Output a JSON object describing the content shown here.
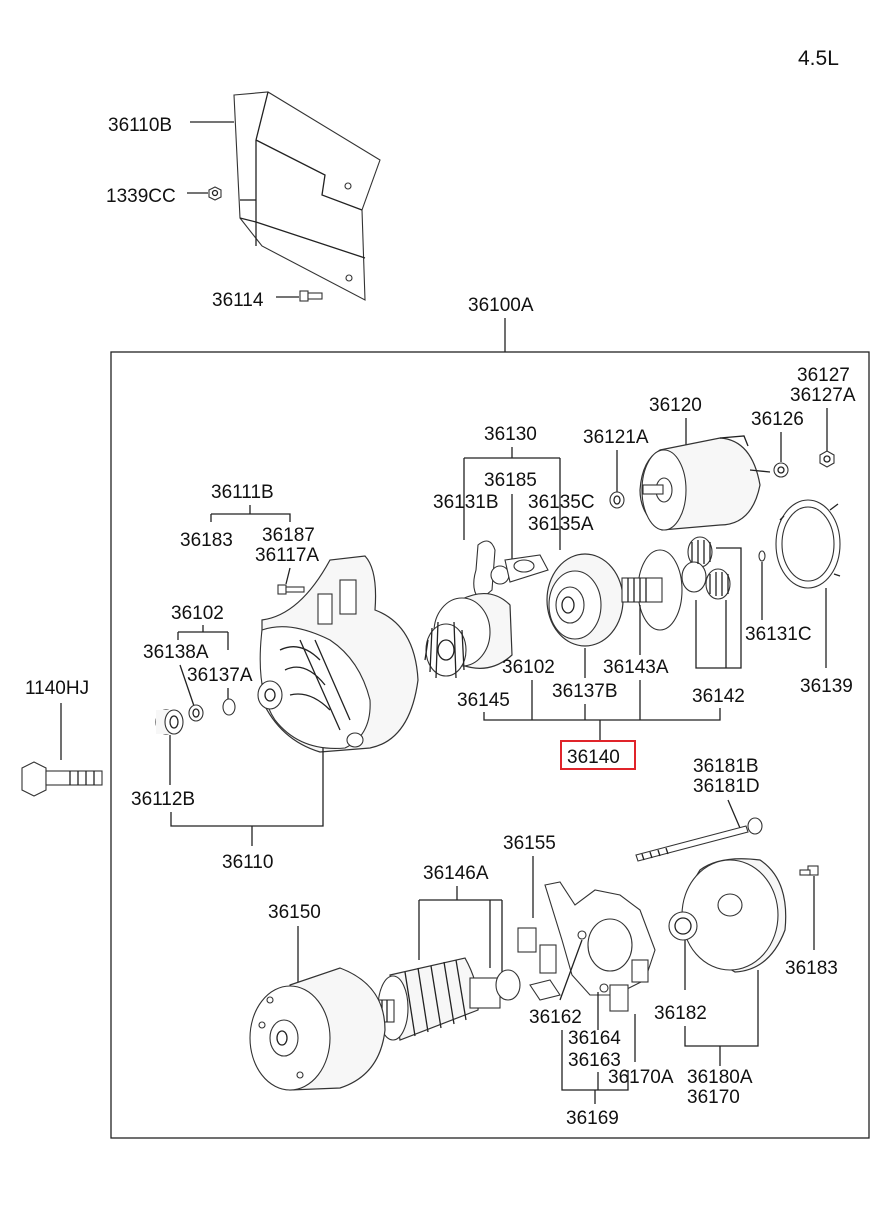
{
  "engine": "4.5L",
  "labels": {
    "l36110B": "36110B",
    "l1339CC": "1339CC",
    "l36114": "36114",
    "l36100A": "36100A",
    "l36127": "36127",
    "l36127A": "36127A",
    "l36120": "36120",
    "l36126": "36126",
    "l36130": "36130",
    "l36121A": "36121A",
    "l36185": "36185",
    "l36131B": "36131B",
    "l36135C": "36135C",
    "l36135A": "36135A",
    "l36111B": "36111B",
    "l36183a": "36183",
    "l36187": "36187",
    "l36117A": "36117A",
    "l36102a": "36102",
    "l36138A": "36138A",
    "l36137A": "36137A",
    "l1140HJ": "1140HJ",
    "l36131C": "36131C",
    "l36102b": "36102",
    "l36143A": "36143A",
    "l36145": "36145",
    "l36137B": "36137B",
    "l36142": "36142",
    "l36139": "36139",
    "l36140": "36140",
    "l36112B": "36112B",
    "l36181B": "36181B",
    "l36181D": "36181D",
    "l36110": "36110",
    "l36155": "36155",
    "l36146A": "36146A",
    "l36150": "36150",
    "l36183b": "36183",
    "l36162": "36162",
    "l36182": "36182",
    "l36164": "36164",
    "l36163": "36163",
    "l36170A": "36170A",
    "l36180A": "36180A",
    "l36170": "36170",
    "l36169": "36169"
  },
  "highlight": {
    "part": "36140",
    "color": "#e0242a"
  }
}
